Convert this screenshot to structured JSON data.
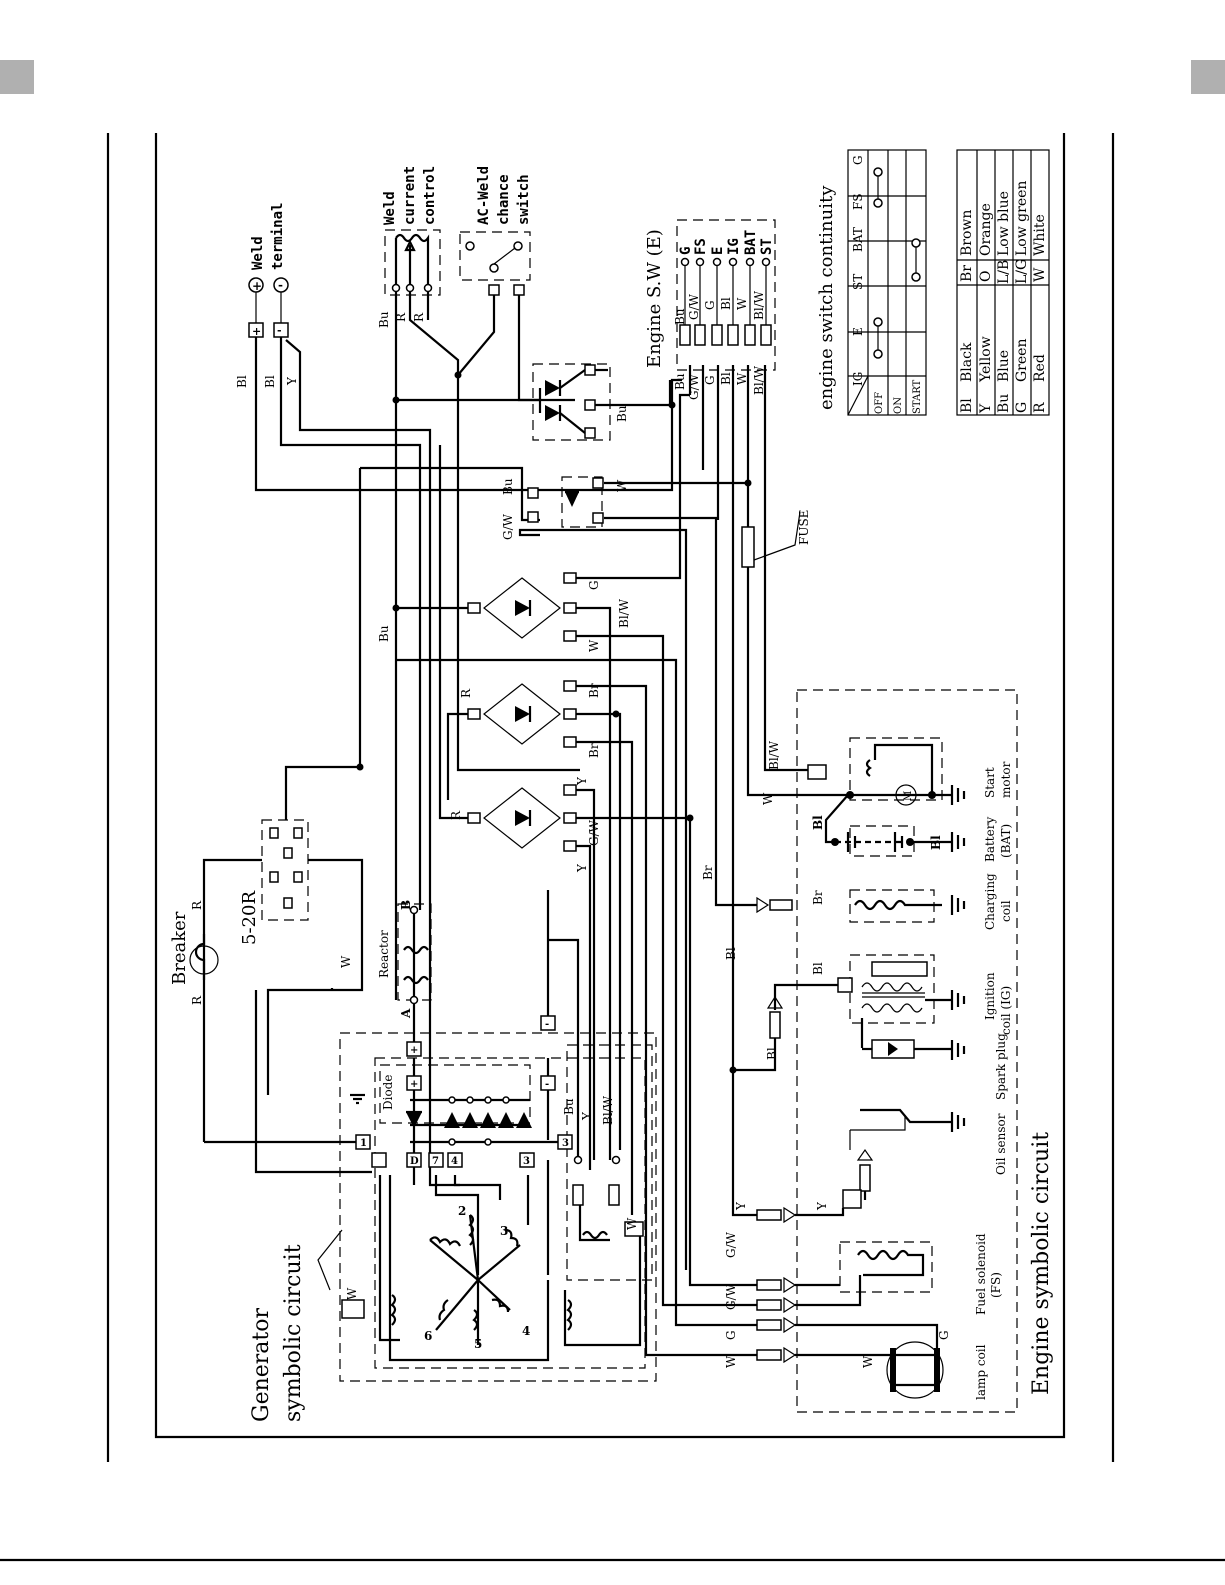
{
  "page": {
    "corner_color": "#b0b0b0"
  },
  "generator": {
    "title_line1": "Generator",
    "title_line2": "symbolic circuit",
    "breaker": "Breaker",
    "outlet": "5-20R",
    "reactor": "Reactor",
    "diode": "Diode",
    "terminal_plus": "+",
    "terminal_minus": "-",
    "terminal_a": "A",
    "terminal_b": "B",
    "term_1": "1",
    "term_3": "3",
    "term_7": "7",
    "term_4": "4",
    "term_d": "D",
    "winding_2": "2",
    "winding_3": "3",
    "winding_4": "4",
    "winding_5": "5",
    "winding_6": "6"
  },
  "weld": {
    "terminal_line1": "Weld",
    "terminal_line2": "terminal",
    "current_line1": "Weld",
    "current_line2": "current",
    "current_line3": "control",
    "switch_line1": "AC-Weld",
    "switch_line2": "chance",
    "switch_line3": "switch"
  },
  "engine": {
    "title": "Engine symbolic circuit",
    "switch_label": "Engine S.W (E)",
    "sw_terms": [
      "G",
      "FS",
      "E",
      "IG",
      "BAT",
      "ST"
    ],
    "fuse": "FUSE",
    "start_motor_line1": "Start",
    "start_motor_line2": "motor",
    "battery_line1": "Battery",
    "battery_line2": "(BAT)",
    "charging_line1": "Charging",
    "charging_line2": "coil",
    "ignition_line1": "Ignition",
    "ignition_line2": "coil (IG)",
    "spark_plug": "Spark plug",
    "oil_sensor": "Oil sensor",
    "fuel_line1": "Fuel solenoid",
    "fuel_line2": "(FS)",
    "lamp_coil": "lamp coil",
    "motor_m": "M",
    "bl_mark": "Bl"
  },
  "wires": {
    "Bl": "Bl",
    "Bu": "Bu",
    "R": "R",
    "W": "W",
    "G": "G",
    "Y": "Y",
    "Br": "Br",
    "GW": "G/W",
    "BlW": "Bl/W"
  },
  "continuity": {
    "title": "engine switch continuity",
    "columns": [
      "IG",
      "E",
      "ST",
      "BAT",
      "FS",
      "G"
    ],
    "rows": [
      "OFF",
      "ON",
      "START"
    ]
  },
  "color_legend": [
    {
      "code": "Bl",
      "name": "Black",
      "code2": "Br",
      "name2": "Brown"
    },
    {
      "code": "Y",
      "name": "Yellow",
      "code2": "O",
      "name2": "Orange"
    },
    {
      "code": "Bu",
      "name": "Blue",
      "code2": "L/B",
      "name2": "Low blue"
    },
    {
      "code": "G",
      "name": "Green",
      "code2": "L/G",
      "name2": "Low green"
    },
    {
      "code": "R",
      "name": "Red",
      "code2": "W",
      "name2": "White"
    }
  ]
}
